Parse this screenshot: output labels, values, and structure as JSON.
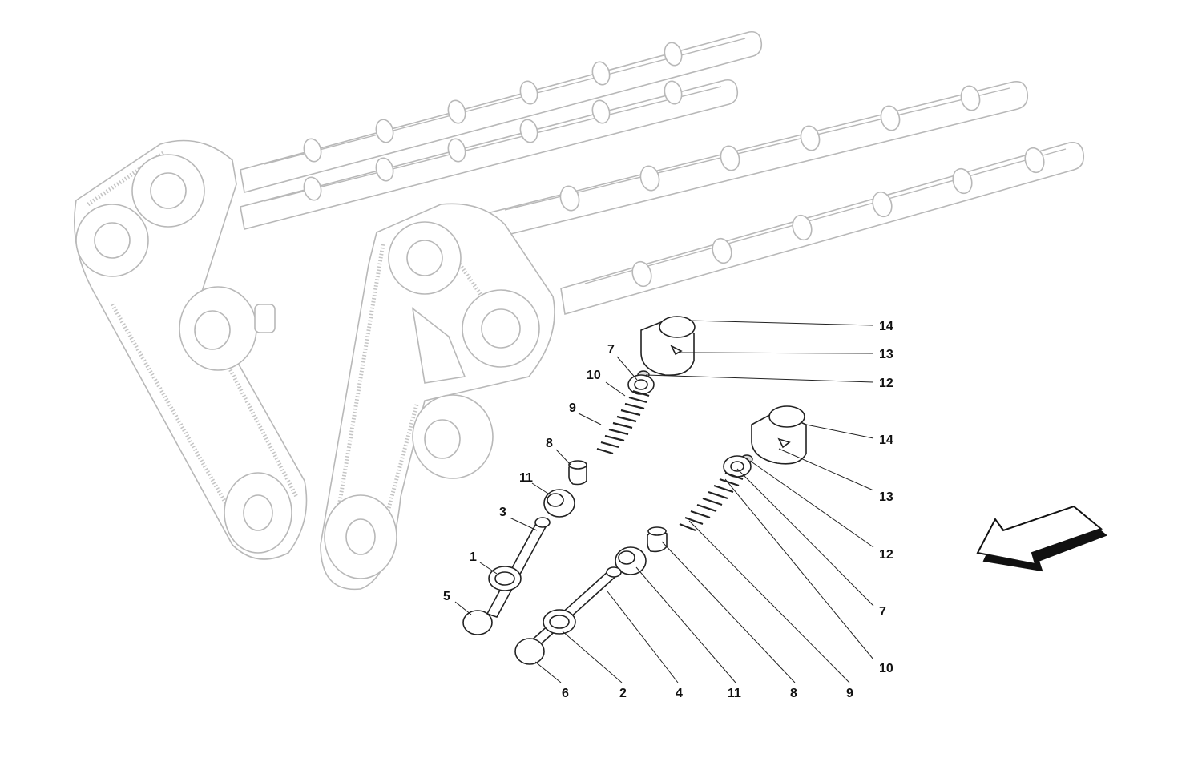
{
  "callouts": [
    {
      "id": "c14a",
      "label": "14"
    },
    {
      "id": "c13a",
      "label": "13"
    },
    {
      "id": "c12a",
      "label": "12"
    },
    {
      "id": "c7a",
      "label": "7"
    },
    {
      "id": "c10a",
      "label": "10"
    },
    {
      "id": "c9a",
      "label": "9"
    },
    {
      "id": "c8a",
      "label": "8"
    },
    {
      "id": "c11a",
      "label": "11"
    },
    {
      "id": "c3",
      "label": "3"
    },
    {
      "id": "c1",
      "label": "1"
    },
    {
      "id": "c5",
      "label": "5"
    },
    {
      "id": "c14b",
      "label": "14"
    },
    {
      "id": "c13b",
      "label": "13"
    },
    {
      "id": "c12b",
      "label": "12"
    },
    {
      "id": "c7b",
      "label": "7"
    },
    {
      "id": "c10b",
      "label": "10"
    },
    {
      "id": "c6",
      "label": "6"
    },
    {
      "id": "c2",
      "label": "2"
    },
    {
      "id": "c4",
      "label": "4"
    },
    {
      "id": "c11b",
      "label": "11"
    },
    {
      "id": "c8b",
      "label": "8"
    },
    {
      "id": "c9b",
      "label": "9"
    }
  ],
  "icons": {
    "direction": "direction-arrow-icon"
  }
}
